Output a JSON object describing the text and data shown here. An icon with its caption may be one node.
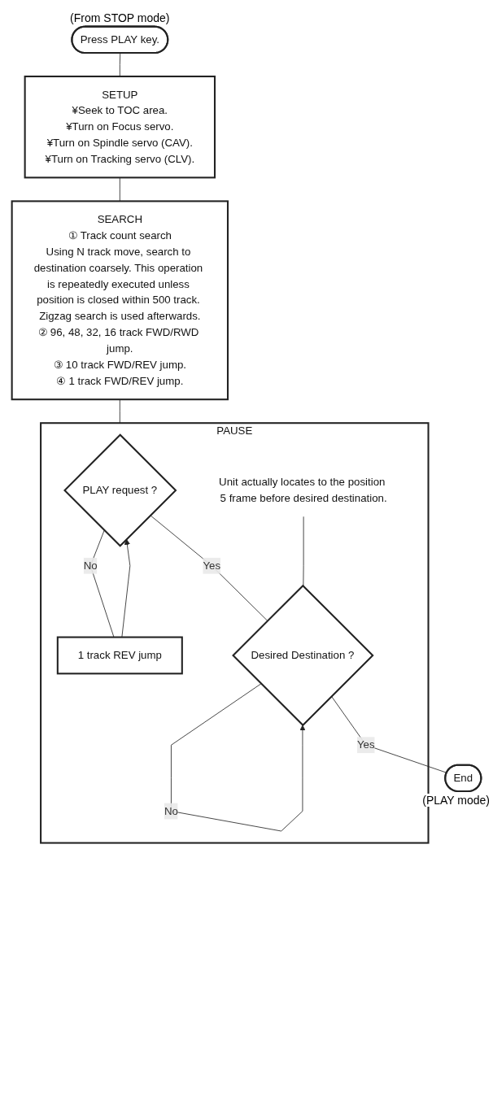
{
  "diagram": {
    "nodes": [
      {
        "text": [
          "Press PLAY key."
        ],
        "beside": [
          "(From STOP mode)"
        ]
      },
      {
        "text": [
          "SETUP",
          "¥Seek to TOC area.",
          "¥Turn on Focus servo.",
          "¥Turn on Spindle servo (CAV).",
          "¥Turn on Tracking servo (CLV)."
        ]
      },
      {
        "text": [
          "SEARCH",
          "① Track count search",
          "Using N track move, search to destination coarsely. This operation is repeatedly executed unless position is closed within 500 track. Zigzag search is used afterwards.",
          "② 96, 48, 32, 16 track FWD/RWD jump.",
          "③ 10 track FWD/REV jump.",
          "④ 1 track FWD/REV jump."
        ]
      },
      {
        "text": [
          "PAUSE"
        ]
      },
      {
        "text": [
          "PLAY request ?"
        ],
        "in": 3
      },
      {
        "text": [
          "1 track REV jump"
        ],
        "in": 3
      },
      {
        "text": [
          "Desired Destination ?"
        ],
        "in": 3
      },
      {
        "text": [
          "Unit actually locates to the position 5 frame before desired destination."
        ],
        "in": 3
      },
      {
        "text": [
          "End"
        ],
        "beside": [
          "(PLAY mode)"
        ]
      }
    ],
    "edges": [
      {
        "from": 0,
        "to": 1,
        "arrow": "none"
      },
      {
        "from": 1,
        "to": 2,
        "arrow": "none"
      },
      {
        "from": 2,
        "to": 3,
        "arrow": "none"
      },
      {
        "from": 4,
        "to": 5,
        "label": "No",
        "arrow": "none"
      },
      {
        "from": 5,
        "to": 4,
        "arrow": "to"
      },
      {
        "from": 4,
        "to": 6,
        "label": "Yes",
        "arrow": "none"
      },
      {
        "from": 6,
        "to": 6,
        "label": "No",
        "arrow": "to"
      },
      {
        "from": 7,
        "to": 6,
        "arrow": "none"
      },
      {
        "from": 6,
        "to": 8,
        "label": "Yes",
        "arrow": "none"
      }
    ]
  }
}
